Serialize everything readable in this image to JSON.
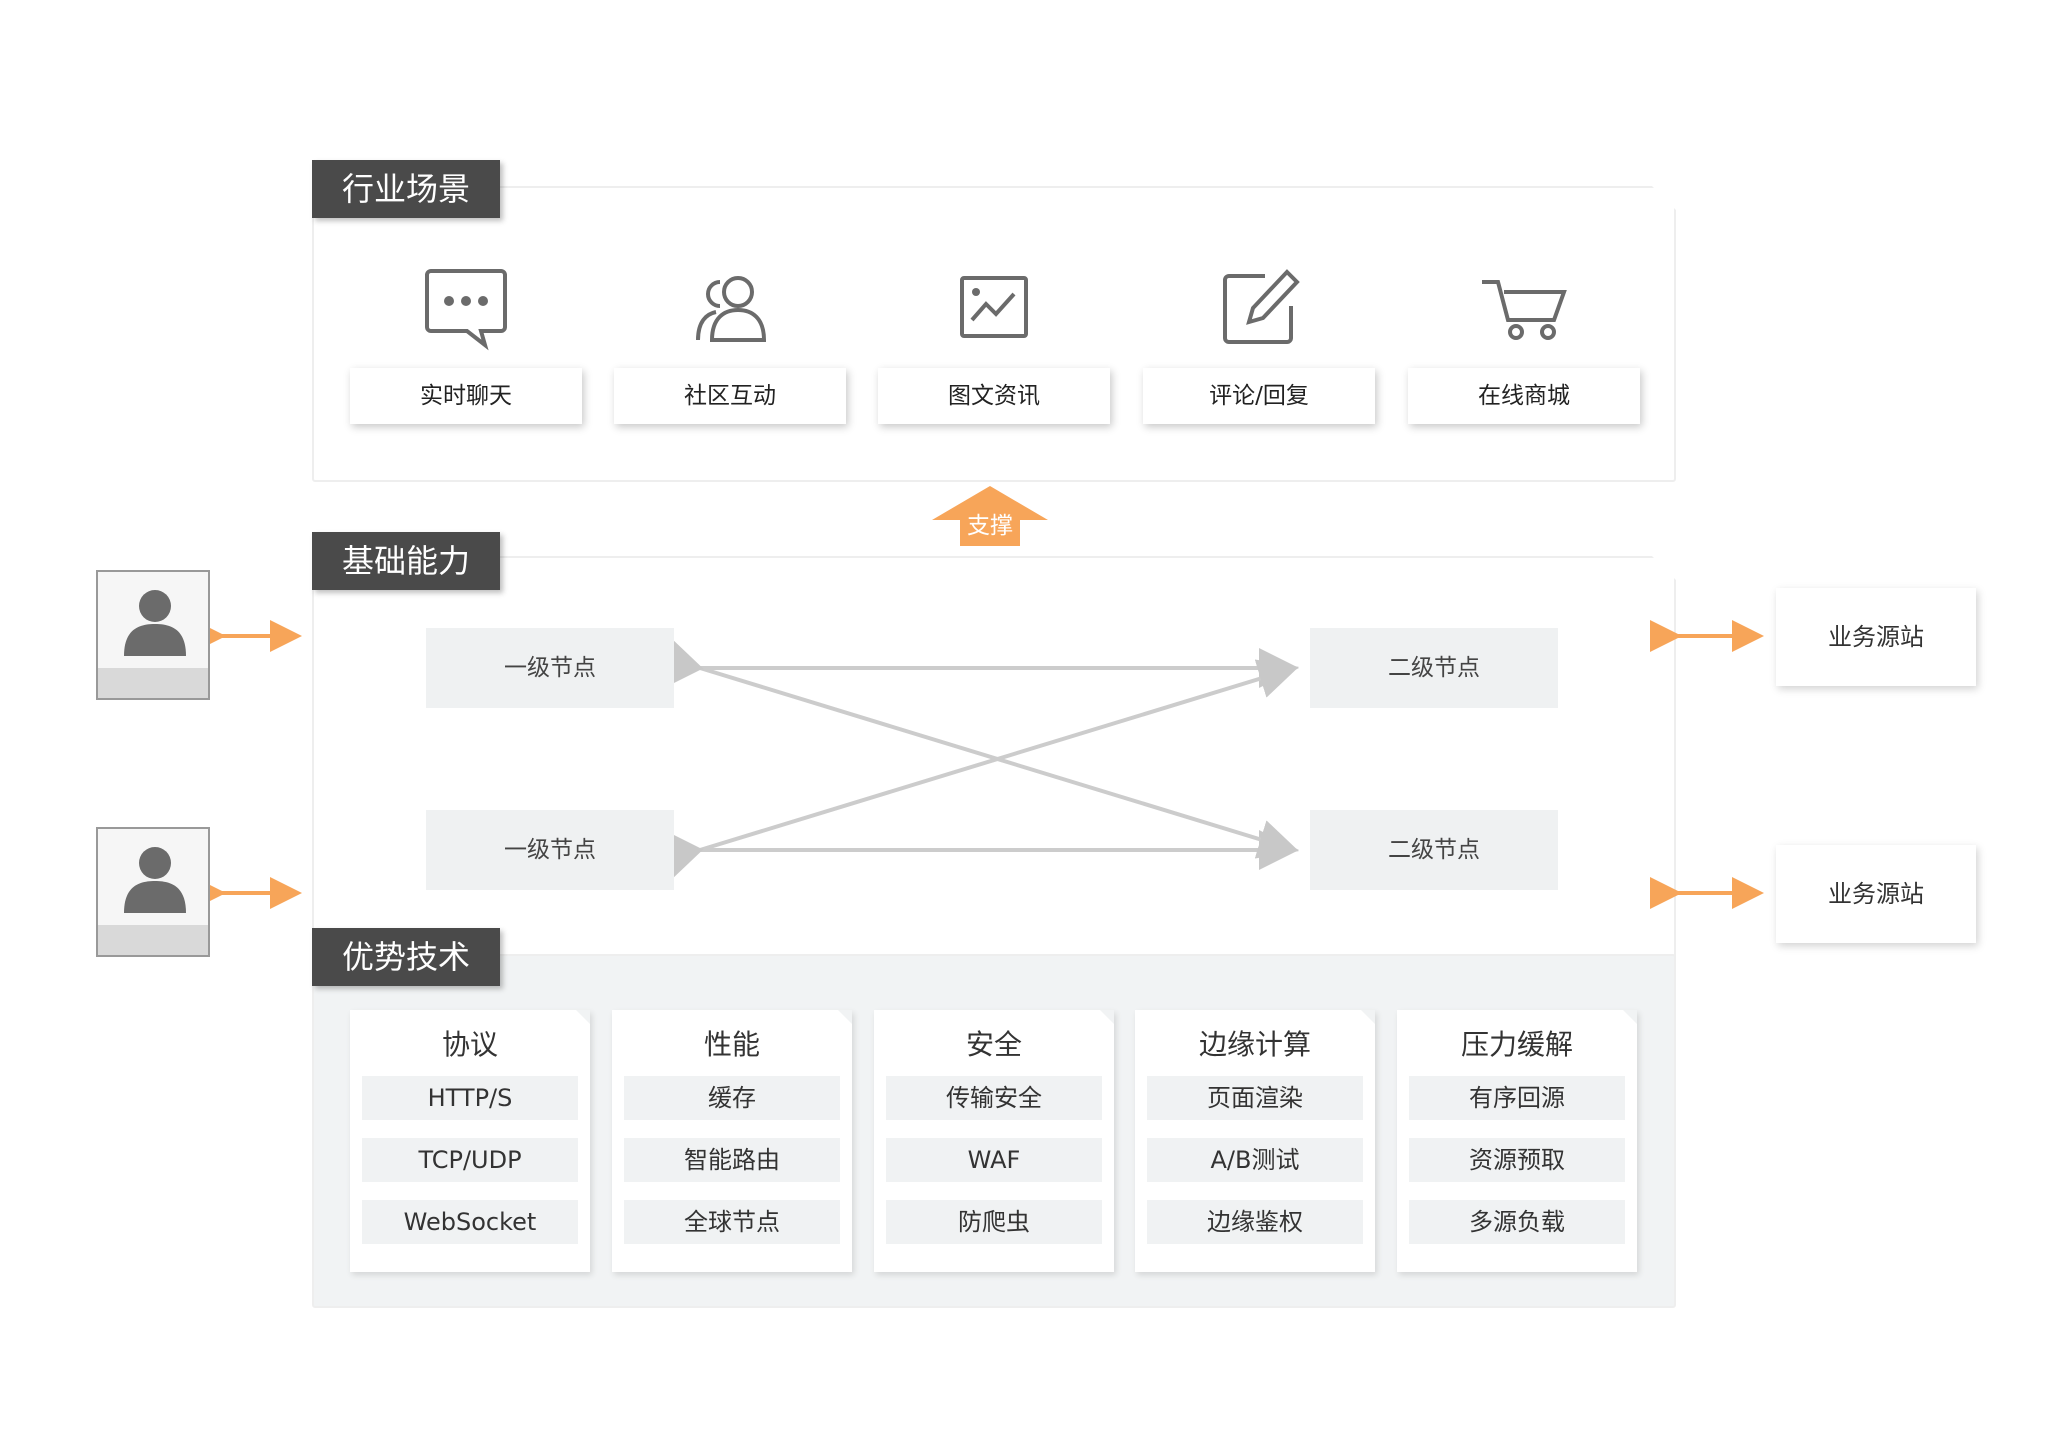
{
  "sections": {
    "scenarios": "行业场景",
    "capability": "基础能力",
    "advantage": "优势技术"
  },
  "support_label": "支撑",
  "scenarios": [
    {
      "label": "实时聊天",
      "icon": "chat-bubble-icon"
    },
    {
      "label": "社区互动",
      "icon": "users-icon"
    },
    {
      "label": "图文资讯",
      "icon": "image-chart-icon"
    },
    {
      "label": "评论/回复",
      "icon": "edit-icon"
    },
    {
      "label": "在线商城",
      "icon": "cart-icon"
    }
  ],
  "nodes": {
    "level1_top": "一级节点",
    "level1_bottom": "一级节点",
    "level2_top": "二级节点",
    "level2_bottom": "二级节点"
  },
  "origins": [
    "业务源站",
    "业务源站"
  ],
  "tech": [
    {
      "title": "协议",
      "items": [
        "HTTP/S",
        "TCP/UDP",
        "WebSocket"
      ]
    },
    {
      "title": "性能",
      "items": [
        "缓存",
        "智能路由",
        "全球节点"
      ]
    },
    {
      "title": "安全",
      "items": [
        "传输安全",
        "WAF",
        "防爬虫"
      ]
    },
    {
      "title": "边缘计算",
      "items": [
        "页面渲染",
        "A/B测试",
        "边缘鉴权"
      ]
    },
    {
      "title": "压力缓解",
      "items": [
        "有序回源",
        "资源预取",
        "多源负载"
      ]
    }
  ],
  "colors": {
    "accent": "#f7a559",
    "tag_bg": "#4a4a4a",
    "connector": "#cccccc",
    "icon": "#6b6b6b"
  }
}
